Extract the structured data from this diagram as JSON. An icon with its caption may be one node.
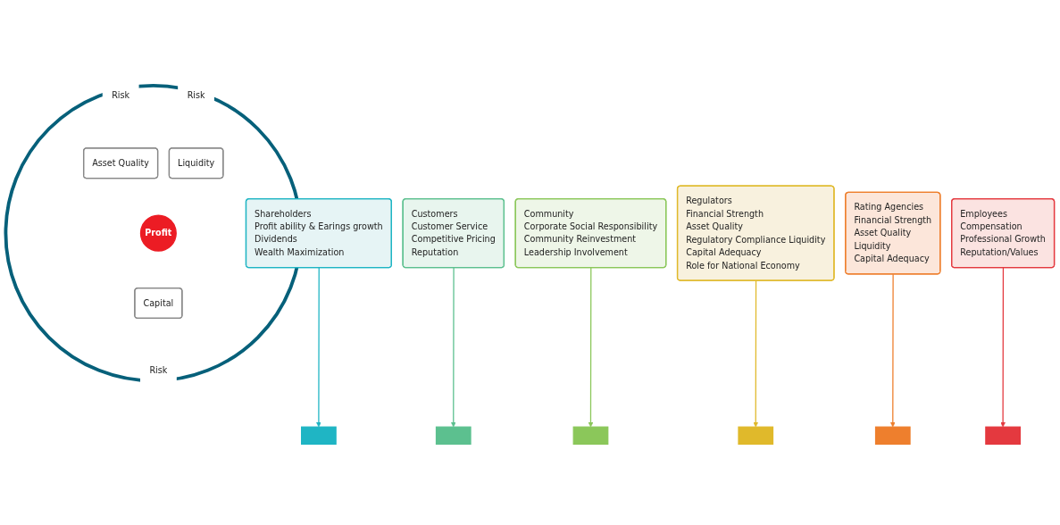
{
  "diagram": {
    "nodes": [
      {
        "text": [],
        "shape": "circle"
      },
      {
        "text": [
          "Risk"
        ],
        "in": 0
      },
      {
        "text": [
          "Risk"
        ],
        "in": 0
      },
      {
        "text": [
          "Asset Quality"
        ],
        "in": 0
      },
      {
        "text": [
          "Liquidity"
        ],
        "in": 0
      },
      {
        "text": [
          "Profit"
        ],
        "in": 0
      },
      {
        "text": [
          "Capital"
        ],
        "in": 0
      },
      {
        "text": [
          "Risk"
        ],
        "in": 0
      },
      {
        "text": [],
        "shape": "bar"
      },
      {
        "text": [],
        "shape": "bar"
      },
      {
        "text": [],
        "shape": "bar"
      },
      {
        "text": [],
        "shape": "bar"
      },
      {
        "text": [],
        "shape": "bar"
      },
      {
        "text": [],
        "shape": "bar"
      },
      {
        "text": [
          "Shareholders",
          "Profit ability & Earings growth",
          "Dividends",
          "Wealth Maximization"
        ]
      },
      {
        "text": [
          "Customers",
          "Customer Service",
          "Competitive Pricing",
          "Reputation"
        ]
      },
      {
        "text": [
          "Community",
          "Corporate Social Responsibility",
          "Community Reinvestment",
          "Leadership Involvement"
        ]
      },
      {
        "text": [
          "Regulators",
          "Financial Strength",
          "Asset Quality",
          "Regulatory Compliance Liquidity",
          "Capital Adequacy",
          "Role for National Economy"
        ]
      },
      {
        "text": [
          "Rating Agencies",
          "Financial Strength",
          "Asset Quality",
          "Liquidity",
          "Capital Adequacy"
        ]
      },
      {
        "text": [
          "Employees",
          "Compensation",
          "Professional Growth",
          "Reputation/Values"
        ]
      }
    ],
    "edges": [
      {
        "from": 14,
        "to": 8,
        "arrow": "to",
        "color": "#1fb5c4"
      },
      {
        "from": 15,
        "to": 9,
        "arrow": "to",
        "color": "#5cc08f"
      },
      {
        "from": 16,
        "to": 10,
        "arrow": "to",
        "color": "#8bc75a"
      },
      {
        "from": 17,
        "to": 11,
        "arrow": "to",
        "color": "#e0b92b"
      },
      {
        "from": 18,
        "to": 12,
        "arrow": "to",
        "color": "#ee7f2d"
      },
      {
        "from": 19,
        "to": 13,
        "arrow": "to",
        "color": "#e4393f"
      }
    ]
  }
}
